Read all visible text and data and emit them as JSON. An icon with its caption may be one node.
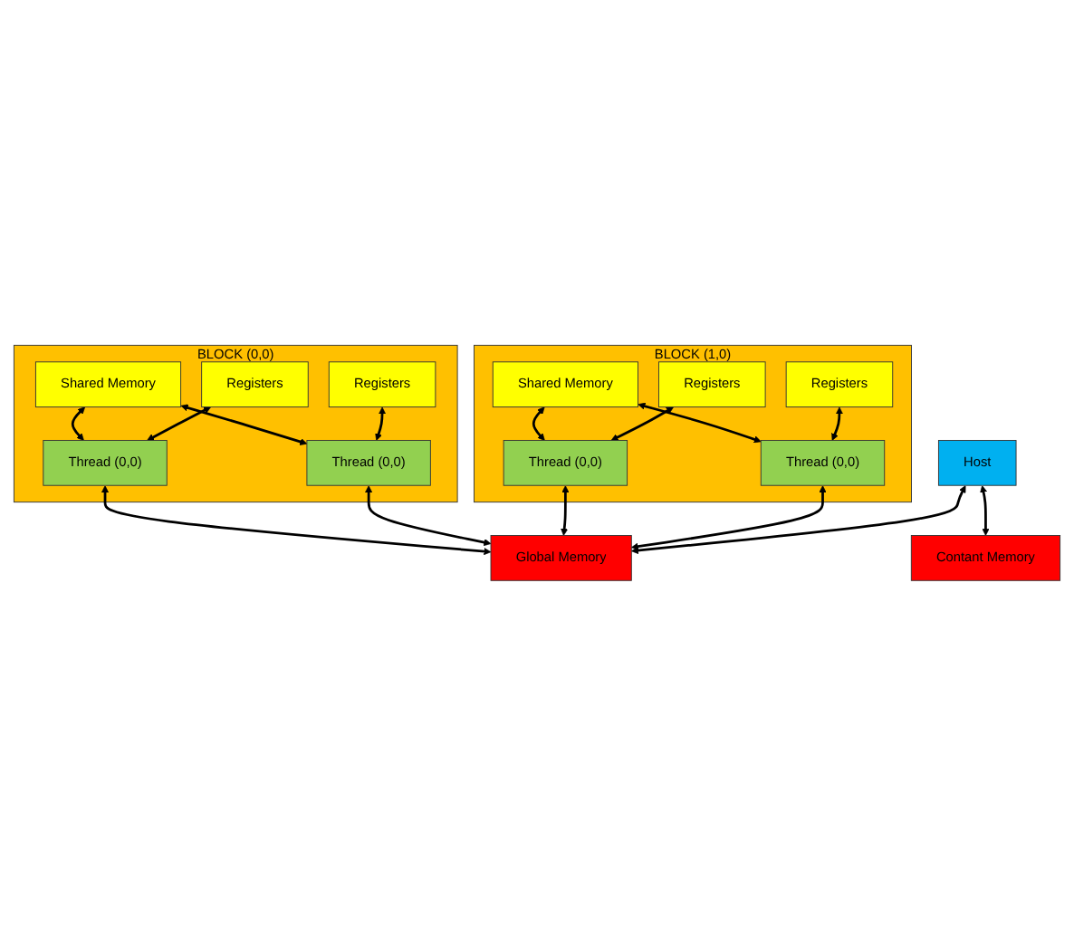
{
  "diagram": {
    "nodes": [
      {
        "text": [
          "BLOCK (0,0)"
        ]
      },
      {
        "text": [
          "Shared Memory"
        ],
        "in": 0
      },
      {
        "text": [
          "Registers"
        ],
        "in": 0
      },
      {
        "text": [
          "Registers"
        ],
        "in": 0
      },
      {
        "text": [
          "Thread (0,0)"
        ],
        "in": 0
      },
      {
        "text": [
          "Thread (0,0)"
        ],
        "in": 0
      },
      {
        "text": [
          "BLOCK (1,0)"
        ]
      },
      {
        "text": [
          "Shared Memory"
        ],
        "in": 6
      },
      {
        "text": [
          "Registers"
        ],
        "in": 6
      },
      {
        "text": [
          "Registers"
        ],
        "in": 6
      },
      {
        "text": [
          "Thread (0,0)"
        ],
        "in": 6
      },
      {
        "text": [
          "Thread (0,0)"
        ],
        "in": 6
      },
      {
        "text": [
          "Host"
        ]
      },
      {
        "text": [
          "Global Memory"
        ]
      },
      {
        "text": [
          "Contant Memory"
        ]
      }
    ],
    "edges": [
      {
        "from": 1,
        "to": 4,
        "arrow": "both"
      },
      {
        "from": 1,
        "to": 5,
        "arrow": "both"
      },
      {
        "from": 2,
        "to": 4,
        "arrow": "both"
      },
      {
        "from": 3,
        "to": 5,
        "arrow": "both"
      },
      {
        "from": 7,
        "to": 10,
        "arrow": "both"
      },
      {
        "from": 7,
        "to": 11,
        "arrow": "both"
      },
      {
        "from": 8,
        "to": 10,
        "arrow": "both"
      },
      {
        "from": 9,
        "to": 11,
        "arrow": "both"
      },
      {
        "from": 4,
        "to": 13,
        "arrow": "both"
      },
      {
        "from": 5,
        "to": 13,
        "arrow": "both"
      },
      {
        "from": 10,
        "to": 13,
        "arrow": "both"
      },
      {
        "from": 11,
        "to": 13,
        "arrow": "both"
      },
      {
        "from": 12,
        "to": 13,
        "arrow": "both"
      },
      {
        "from": 12,
        "to": 14,
        "arrow": "both"
      }
    ]
  }
}
